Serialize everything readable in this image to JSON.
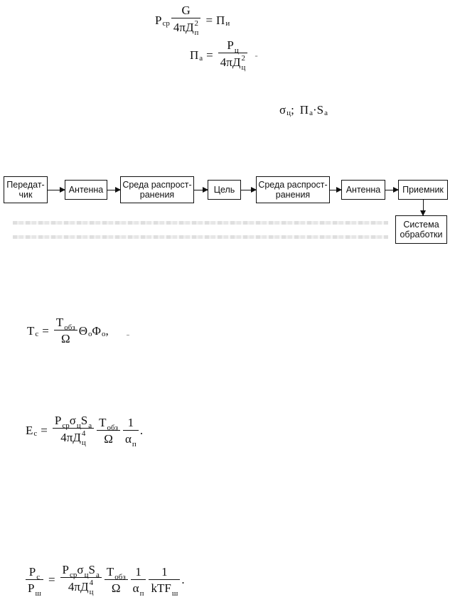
{
  "formulas": {
    "f1": {
      "lhs_symbol": "P",
      "lhs_sub": "ср",
      "num": "G",
      "den_main": "4πД",
      "den_sub": "п",
      "den_sup": "2",
      "eq": "=",
      "rhs": "П",
      "rhs_sub": "и"
    },
    "f2": {
      "lhs": "П",
      "lhs_sub": "а",
      "eq": "=",
      "num": "P",
      "num_sub": "ц",
      "den_main": "4πД",
      "den_sub": "ц",
      "den_sup": "2",
      "tail": "-"
    },
    "f3": {
      "sigma": "σ",
      "sigma_sub": "ц",
      "sep": ";",
      "p": "П",
      "p_sub": "а",
      "dot": "·",
      "s": "S",
      "s_sub": "а"
    },
    "f4": {
      "lhs": "T",
      "lhs_sub": "с",
      "eq": "=",
      "num": "T",
      "num_sub": "обз",
      "den": "Ω",
      "theta": "Θ",
      "theta_sub": "о",
      "phi": "Φ",
      "phi_sub": "о",
      "tail": ","
    },
    "f5": {
      "lhs": "E",
      "lhs_sub": "с",
      "eq": "=",
      "n1_p": "P",
      "n1_p_sub": "ср",
      "n1_sigma": "σ",
      "n1_sigma_sub": "ц",
      "n1_s": "S",
      "n1_s_sub": "а",
      "d1_main": "4πД",
      "d1_sub": "ц",
      "d1_sup": "4",
      "n2": "T",
      "n2_sub": "обз",
      "d2": "Ω",
      "n3": "1",
      "d3": "α",
      "d3_sub": "п",
      "tail": "."
    },
    "f6": {
      "l_num": "P",
      "l_num_sub": "с",
      "l_den": "P",
      "l_den_sub": "ш",
      "eq": "=",
      "n1_p": "P",
      "n1_p_sub": "ср",
      "n1_sigma": "σ",
      "n1_sigma_sub": "ц",
      "n1_s": "S",
      "n1_s_sub": "а",
      "d1_main": "4πД",
      "d1_sub": "ц",
      "d1_sup": "4",
      "n2": "T",
      "n2_sub": "обз",
      "d2": "Ω",
      "n3": "1",
      "d3": "α",
      "d3_sub": "п",
      "n4": "1",
      "d4": "kTF",
      "d4_sub": "ш",
      "tail": "."
    }
  },
  "diagram": {
    "blocks": {
      "transmitter": "Передат-\nчик",
      "antenna_tx": "Антенна",
      "medium_1": "Среда распрост-\nранения",
      "target": "Цель",
      "medium_2": "Среда распрост-\nранения",
      "antenna_rx": "Антенна",
      "receiver": "Приемник",
      "processing": "Система\nобработки"
    }
  }
}
